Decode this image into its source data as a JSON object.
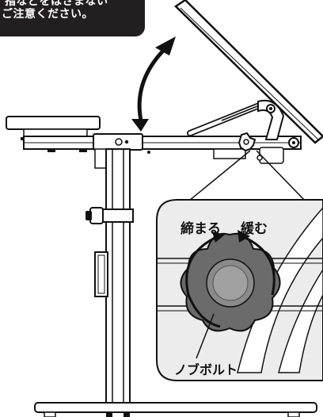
{
  "callout": {
    "line1": "指などをはさまない",
    "line2": "ご注意ください。"
  },
  "labels": {
    "tighten": "締まる",
    "loosen": "緩む",
    "knob_bolt": "ノブボルト"
  },
  "colors": {
    "ink": "#231f20",
    "zoom_fill": "#e6e6e6",
    "knob_dark": "#666666",
    "knob_light": "#9a9a9a"
  }
}
